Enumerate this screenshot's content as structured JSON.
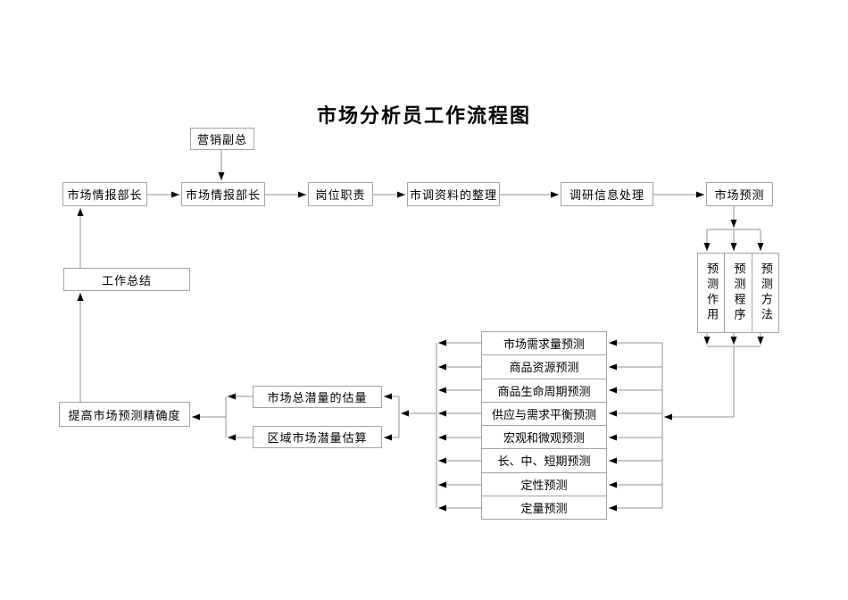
{
  "title": "市场分析员工作流程图",
  "nodes": {
    "marketing_vp": "营销副总",
    "intel_chief_1": "市场情报部长",
    "intel_chief_2": "市场情报部长",
    "job_duty": "岗位职责",
    "survey_data_sorting": "市调资料的整理",
    "research_info_processing": "调研信息处理",
    "market_forecast": "市场预测",
    "work_summary": "工作总结",
    "improve_accuracy": "提高市场预测精确度",
    "total_market_potential": "市场总潜量的估量",
    "regional_market_potential": "区域市场潜量估算",
    "forecast_aspects": [
      "预测作用",
      "预测程序",
      "预测方法"
    ],
    "forecast_types": [
      "市场需求量预测",
      "商品资源预测",
      "商品生命周期预测",
      "供应与需求平衡预测",
      "宏观和微观预测",
      "长、中、短期预测",
      "定性预测",
      "定量预测"
    ]
  },
  "colors": {
    "line": "#909090",
    "arrowhead": "#000000",
    "text": "#000000",
    "background": "#ffffff"
  }
}
